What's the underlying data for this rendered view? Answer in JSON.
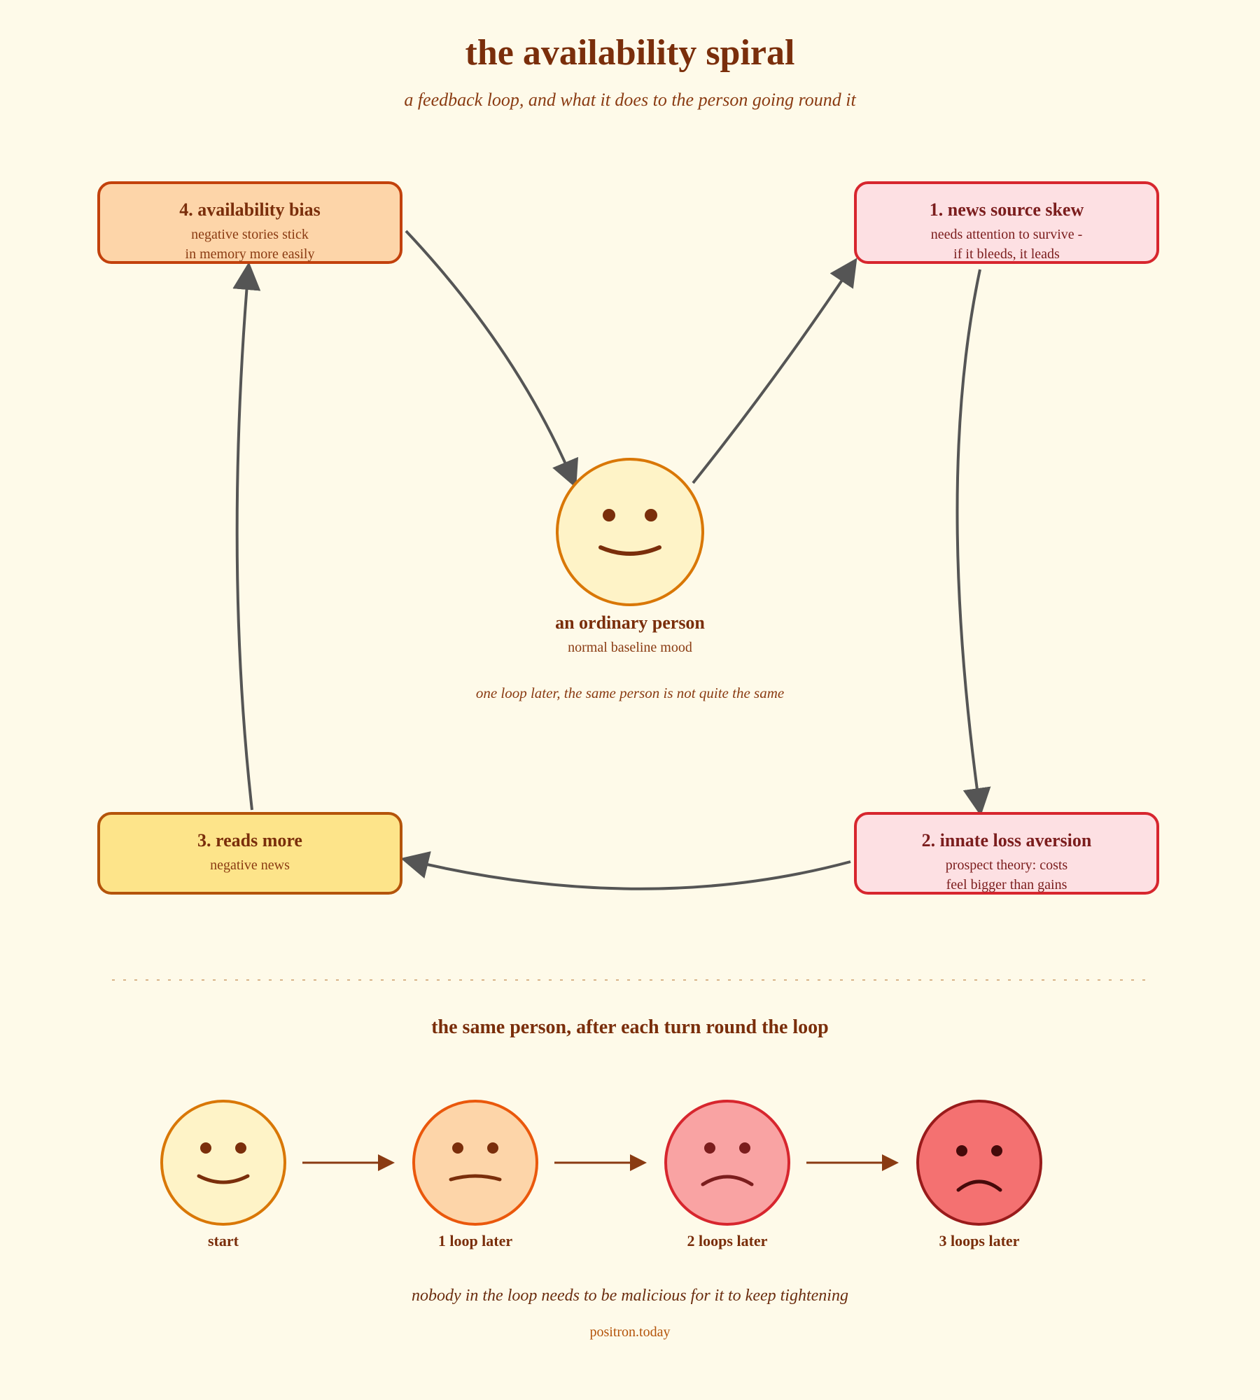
{
  "header": {
    "title": "the availability spiral",
    "subtitle": "a feedback loop, and what it does to the person going round it"
  },
  "loop": {
    "boxes": {
      "news_source_skew": {
        "title": "1. news source skew",
        "lines": [
          "needs attention to survive -",
          "if it bleeds, it leads"
        ]
      },
      "loss_aversion": {
        "title": "2. innate loss aversion",
        "lines": [
          "prospect theory: costs",
          "feel bigger than gains"
        ]
      },
      "reads_more": {
        "title": "3. reads more",
        "lines": [
          "negative news"
        ]
      },
      "availability_bias": {
        "title": "4. availability bias",
        "lines": [
          "negative stories stick",
          "in memory more easily"
        ]
      }
    },
    "person": {
      "name": "an ordinary person",
      "mood": "normal baseline mood"
    },
    "note": "one loop later, the same person is not quite the same"
  },
  "progression": {
    "title": "the same person, after each turn round the loop",
    "stages": [
      {
        "label": "start"
      },
      {
        "label": "1 loop later"
      },
      {
        "label": "2 loops later"
      },
      {
        "label": "3 loops later"
      }
    ]
  },
  "footer": {
    "note": "nobody in the loop needs to be malicious for it to keep tightening",
    "credit": "positron.today"
  }
}
